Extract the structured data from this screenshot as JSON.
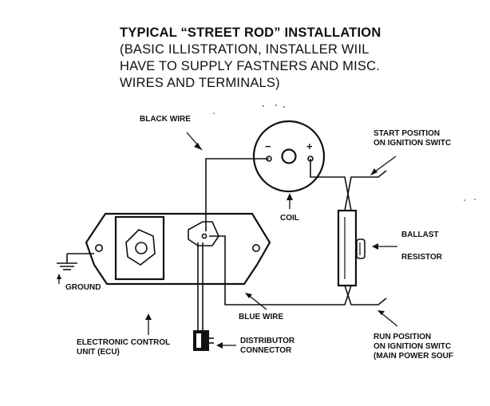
{
  "title": {
    "line1": "TYPICAL “STREET ROD” INSTALLATION",
    "line2": "(BASIC ILLISTRATION, INSTALLER WIIL",
    "line3": "HAVE TO SUPPLY FASTNERS AND MISC.",
    "line4": "WIRES AND TERMINALS)"
  },
  "labels": {
    "black_wire": "BLACK WIRE",
    "coil": "COIL",
    "coil_minus": "−",
    "coil_plus": "+",
    "start_position_1": "START POSITION",
    "start_position_2": "ON IGNITION SWITC",
    "ballast_1": "BALLAST",
    "ballast_2": "RESISTOR",
    "ground": "GROUND",
    "blue_wire": "BLUE WIRE",
    "ecu_1": "ELECTRONIC CONTROL",
    "ecu_2": "UNIT (ECU)",
    "distributor_1": "DISTRIBUTOR",
    "distributor_2": "CONNECTOR",
    "run_position_1": "RUN POSITION",
    "run_position_2": "ON IGNITION SWITC",
    "run_position_3": "(MAIN POWER SOUF"
  }
}
